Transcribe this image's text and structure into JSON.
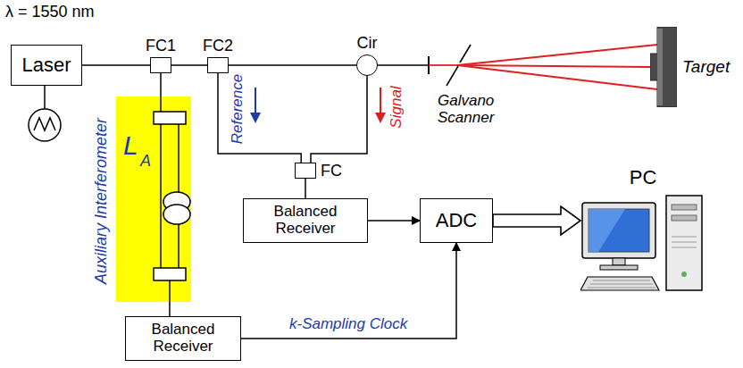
{
  "diagram": {
    "nodes": [
      {
        "text": [
          "Laser"
        ]
      },
      {
        "text": [
          "FC1"
        ]
      },
      {
        "text": [
          "FC2"
        ]
      },
      {
        "text": [
          "Cir"
        ]
      },
      {
        "text": [
          "L",
          "A"
        ]
      },
      {
        "text": [
          "FC"
        ]
      },
      {
        "text": [
          "Balanced Receiver"
        ]
      },
      {
        "text": [
          "Balanced Receiver"
        ]
      },
      {
        "text": [
          "ADC"
        ]
      },
      {
        "text": [
          "PC"
        ]
      },
      {
        "text": [
          "Target"
        ]
      }
    ],
    "edges": [
      {
        "from": 0,
        "to": 1,
        "arrow": "none"
      },
      {
        "from": 1,
        "to": 2,
        "arrow": "none"
      },
      {
        "from": 2,
        "to": 3,
        "arrow": "none"
      },
      {
        "from": 1,
        "to": 4,
        "arrow": "none"
      },
      {
        "from": 2,
        "to": 5,
        "arrow": "none"
      },
      {
        "from": 3,
        "to": 5,
        "arrow": "none"
      },
      {
        "from": 5,
        "to": 6,
        "arrow": "none"
      },
      {
        "from": 6,
        "to": 8,
        "arrow": "to"
      },
      {
        "from": 4,
        "to": 7,
        "arrow": "none"
      },
      {
        "from": 7,
        "to": 8,
        "label": "k-Sampling Clock",
        "arrow": "to"
      },
      {
        "from": 8,
        "to": 9,
        "arrow": "to"
      }
    ],
    "labels": [
      "λ = 1550 nm",
      "Reference",
      "Signal",
      "Galvano Scanner",
      "Auxiliary Interferometer"
    ]
  }
}
